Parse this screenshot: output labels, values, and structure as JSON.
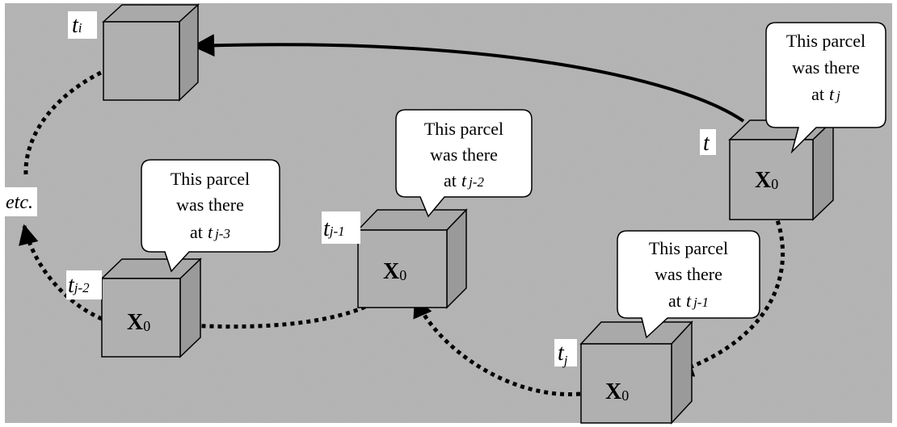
{
  "diagram": {
    "bubble_line1": "This parcel",
    "bubble_line2": "was there",
    "bubble_at": "at",
    "x_symbol": "X",
    "x_subscript": "0",
    "etc_label": "etc.",
    "cubes": [
      {
        "id": "ti",
        "t_main": "t",
        "t_sub": "i",
        "has_x": false
      },
      {
        "id": "t",
        "t_main": "t",
        "t_sub": "",
        "has_x": true
      },
      {
        "id": "tj",
        "t_main": "t",
        "t_sub": "j",
        "has_x": true
      },
      {
        "id": "tj1",
        "t_main": "t",
        "t_sub": "j-1",
        "has_x": true
      },
      {
        "id": "tj2",
        "t_main": "t",
        "t_sub": "j-2",
        "has_x": true
      }
    ],
    "bubbles": [
      {
        "id": "b_tj",
        "t_main": "t",
        "t_sub": "j"
      },
      {
        "id": "b_tj1",
        "t_main": "t",
        "t_sub": "j-1"
      },
      {
        "id": "b_tj2",
        "t_main": "t",
        "t_sub": "j-2"
      },
      {
        "id": "b_tj3",
        "t_main": "t",
        "t_sub": "j-3"
      }
    ]
  }
}
